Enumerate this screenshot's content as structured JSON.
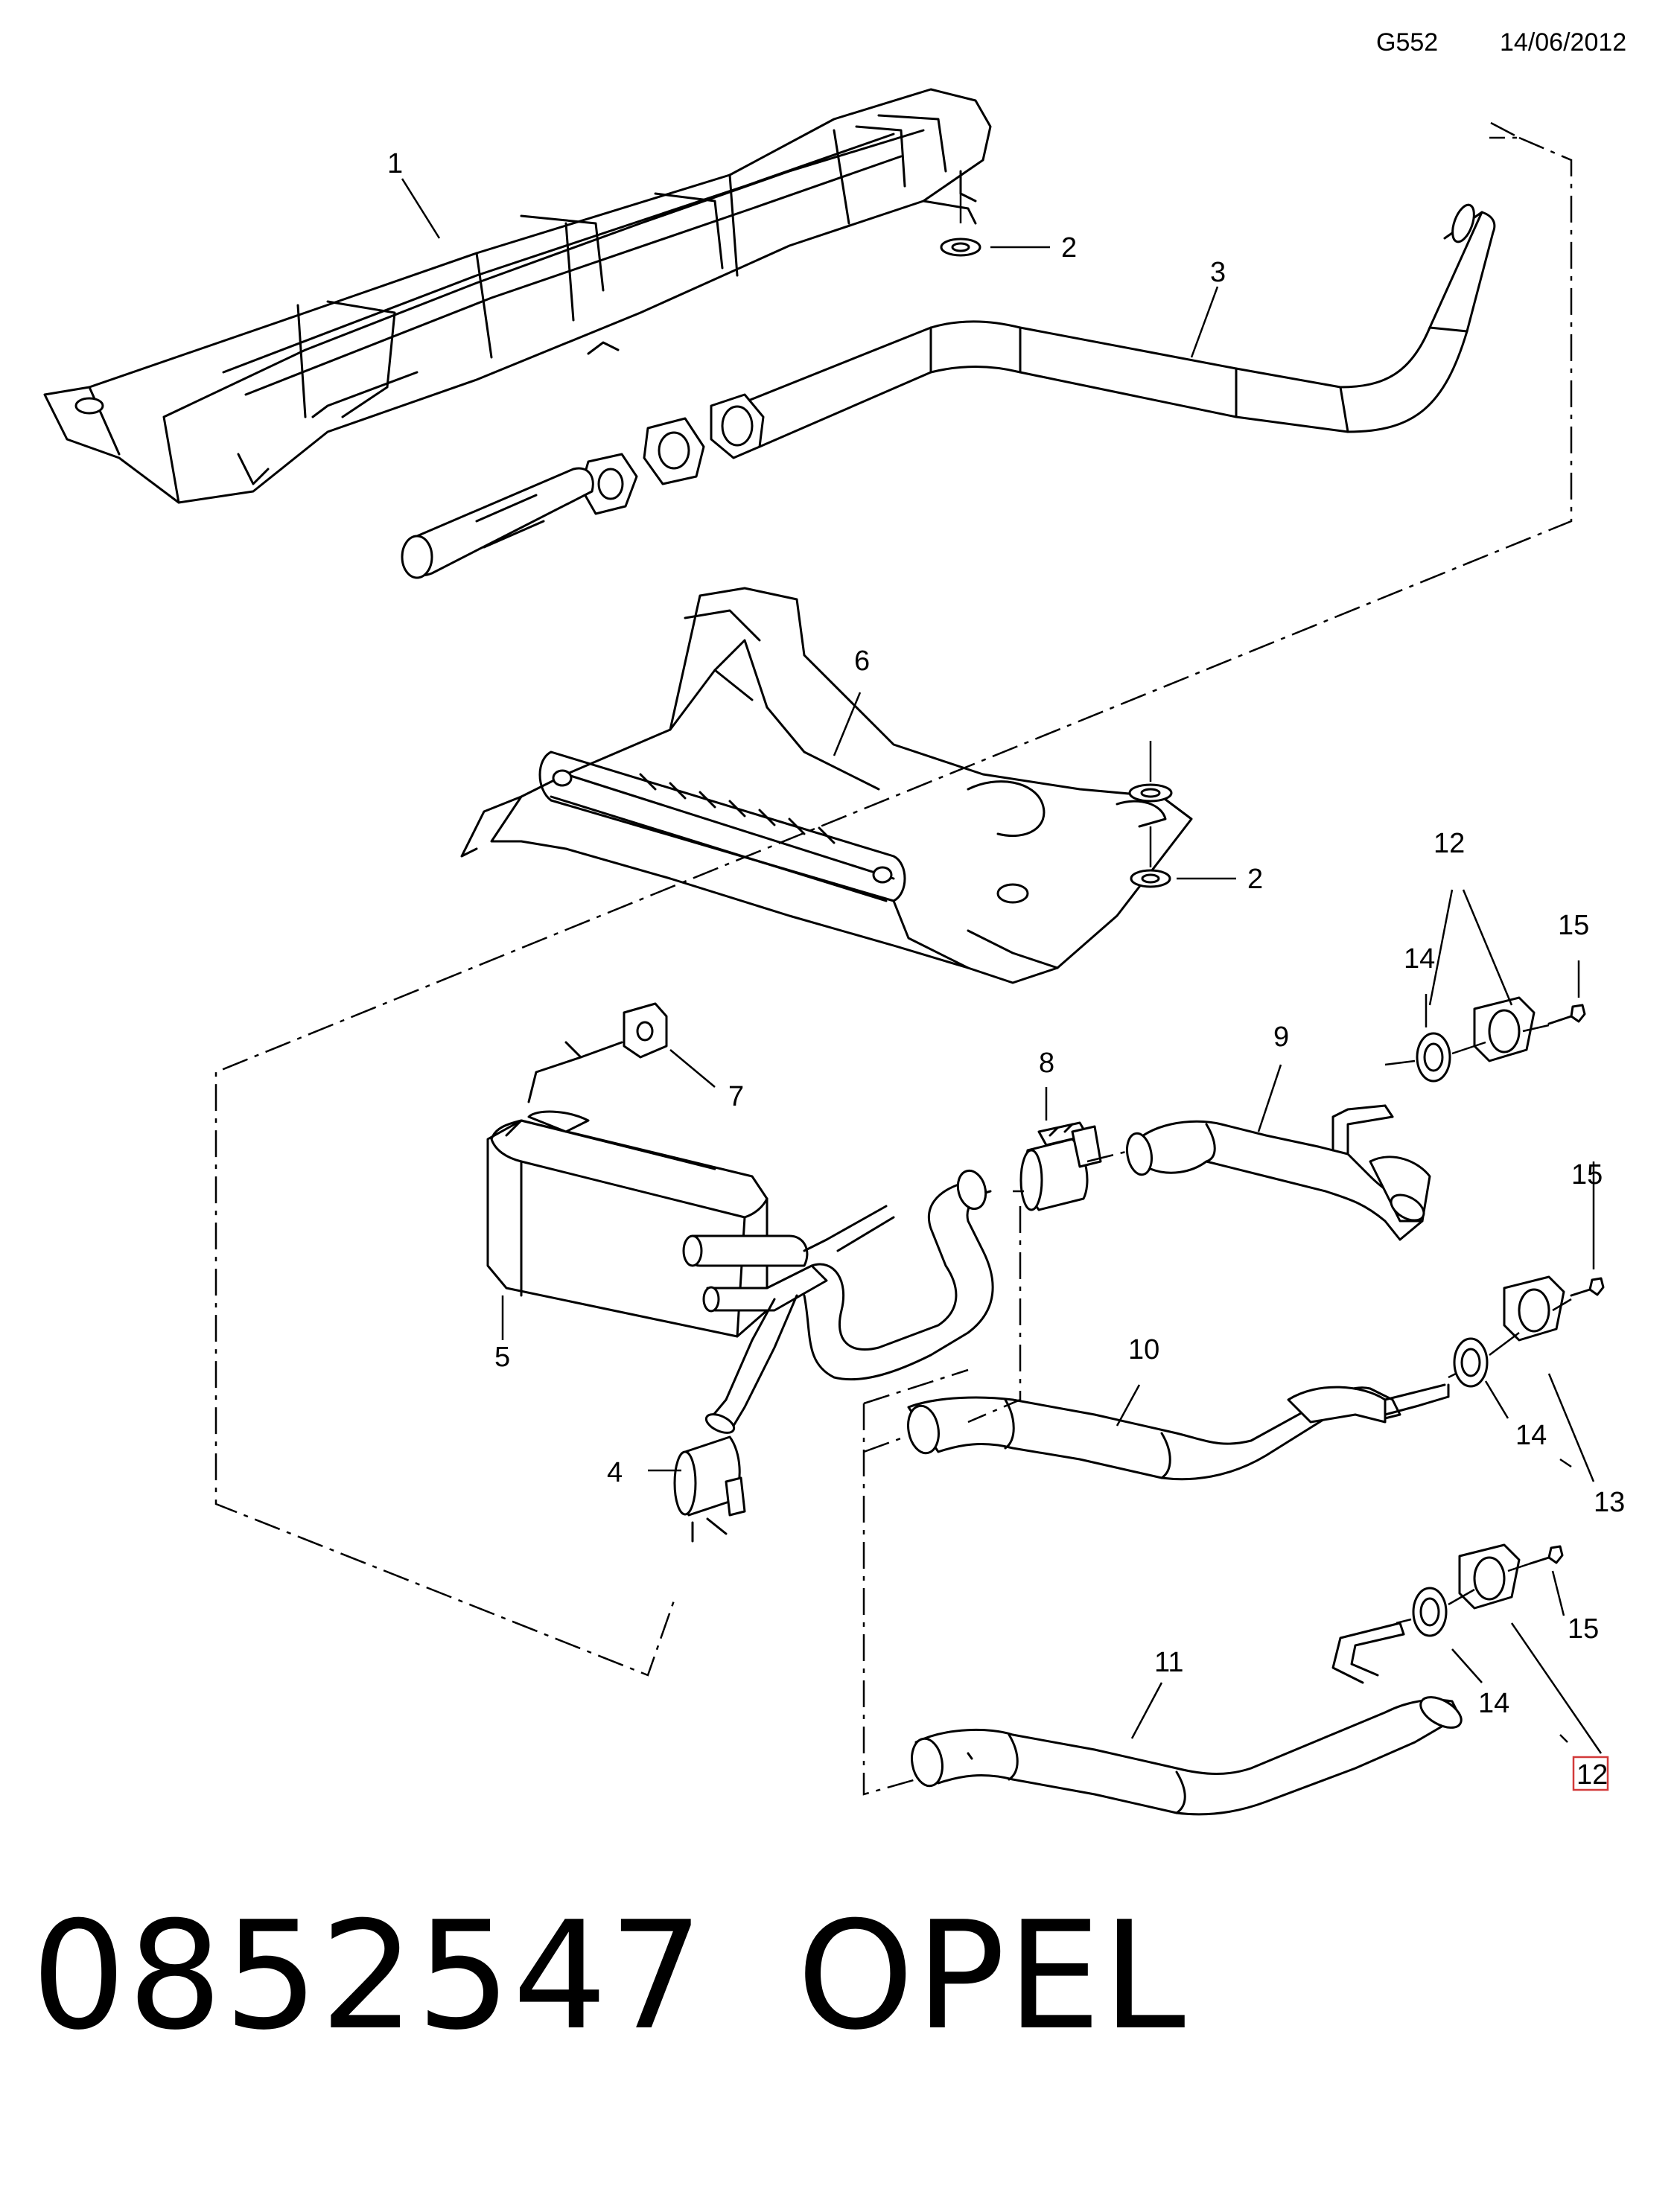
{
  "header": {
    "code": "G552",
    "date": "14/06/2012"
  },
  "callouts": {
    "c1": "1",
    "c2a": "2",
    "c3": "3",
    "c6": "6",
    "c2b": "2",
    "c12a": "12",
    "c15a": "15",
    "c14a": "14",
    "c9": "9",
    "c8": "8",
    "c7": "7",
    "c5": "5",
    "c4": "4",
    "c15b": "15",
    "c10": "10",
    "c14b": "14",
    "c13": "13",
    "c11": "11",
    "c15c": "15",
    "c14c": "14",
    "c12b": "12"
  },
  "highlight": {
    "callout": "c12b",
    "color": "#d23a3a"
  },
  "footer": {
    "part_number": "0852547",
    "brand": "OPEL"
  }
}
